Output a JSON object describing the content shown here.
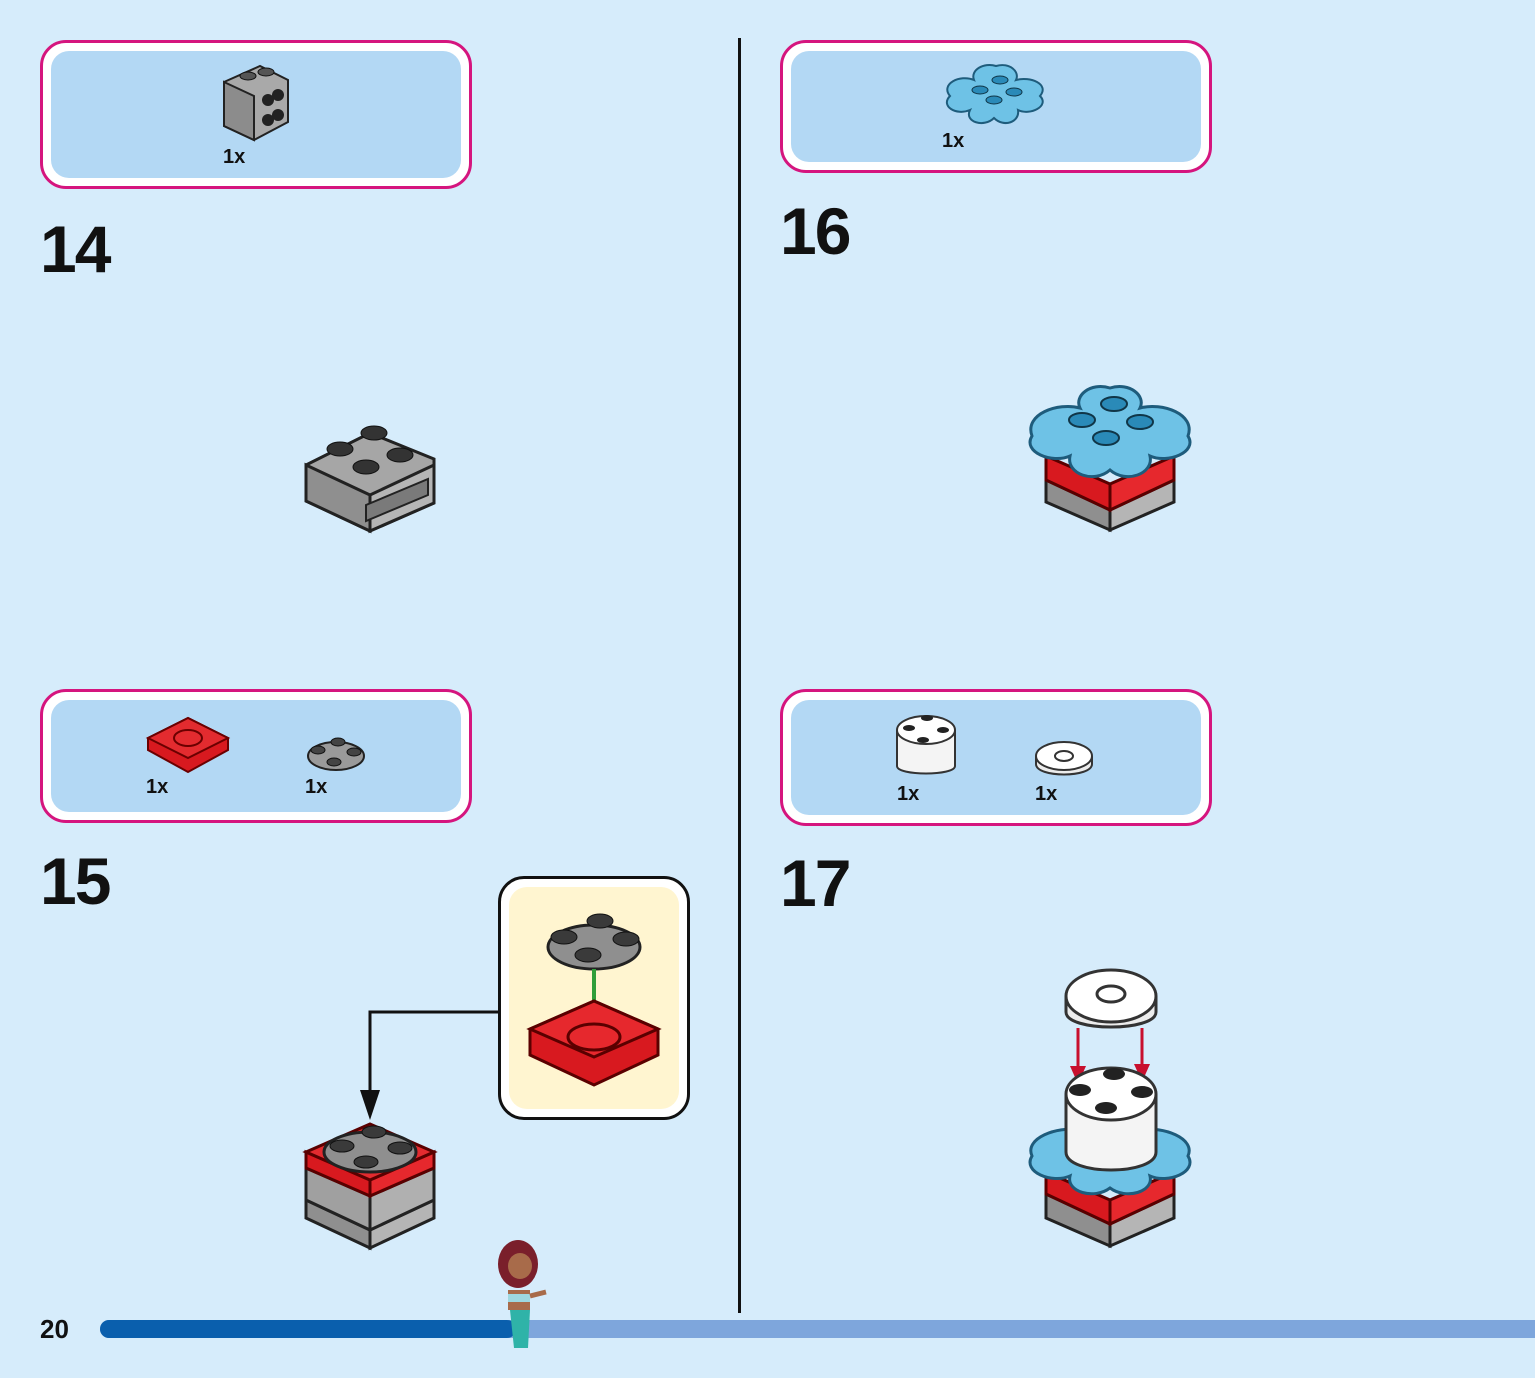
{
  "page_number": "20",
  "progress": 0.29,
  "steps": [
    {
      "number": "14",
      "parts": [
        {
          "name": "gray-2x2-brick-with-side-studs",
          "qty": "1x"
        }
      ]
    },
    {
      "number": "15",
      "parts": [
        {
          "name": "red-2x2-turntable-plate",
          "qty": "1x"
        },
        {
          "name": "gray-round-plate-2x2",
          "qty": "1x"
        }
      ]
    },
    {
      "number": "16",
      "parts": [
        {
          "name": "light-blue-flower-plate",
          "qty": "1x"
        }
      ]
    },
    {
      "number": "17",
      "parts": [
        {
          "name": "white-round-brick-2x2",
          "qty": "1x"
        },
        {
          "name": "white-round-tile-2x2-with-hole",
          "qty": "1x"
        }
      ]
    }
  ],
  "colors": {
    "background": "#d6ecfb",
    "parts_box_border": "#d5157e",
    "parts_box_fill": "#b3d8f4",
    "callout_fill": "#fff5d0",
    "progress_done": "#0a5fad",
    "progress_remaining": "#7ea6dc"
  }
}
